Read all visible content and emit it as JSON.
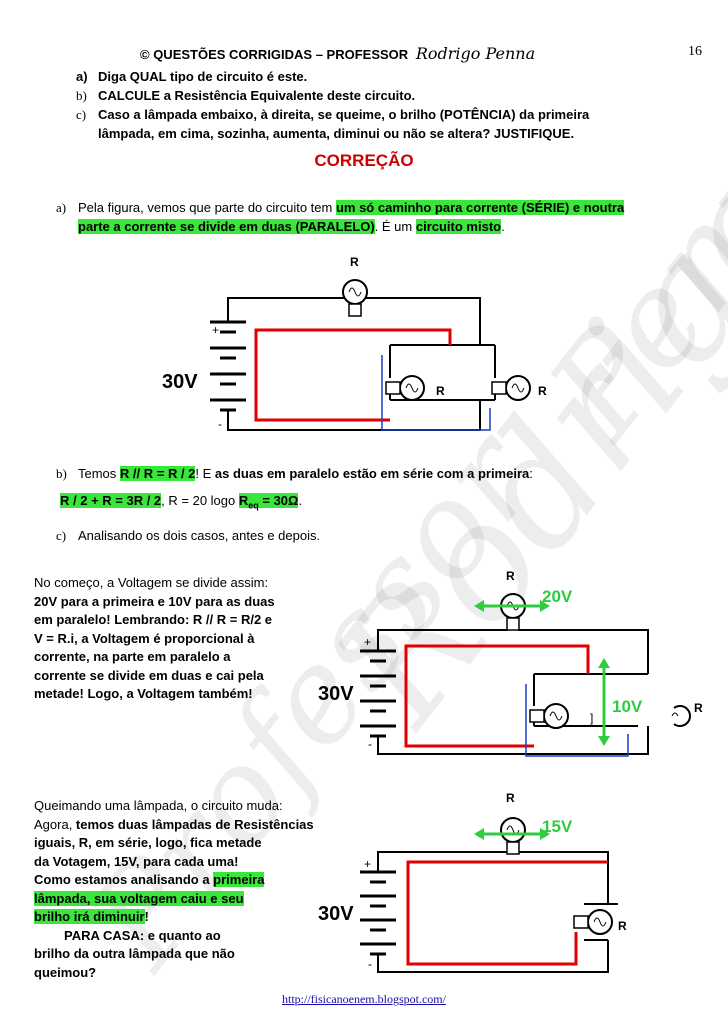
{
  "header": {
    "title": "© QUESTÕES CORRIGIDAS – PROFESSOR",
    "signature": "Rodrigo Penna",
    "page_number": "16"
  },
  "questions": [
    {
      "letter": "a)",
      "text": "Diga QUAL tipo de circuito é este."
    },
    {
      "letter": "b)",
      "text": "CALCULE a Resistência Equivalente deste circuito."
    },
    {
      "letter": "c)",
      "text": "Caso a lâmpada embaixo, à direita, se queime, o brilho (POTÊNCIA) da primeira"
    },
    {
      "letter": "",
      "text": "lâmpada, em cima, sozinha, aumenta, diminui ou não se altera? JUSTIFIQUE."
    }
  ],
  "correction_title": "CORREÇÃO",
  "answer_a": {
    "letter": "a)",
    "t1": "Pela figura, vemos que parte do circuito tem ",
    "h1": "um só caminho para corrente (SÉRIE) e noutra",
    "h2": "parte a corrente se divide em duas (PARALELO)",
    "t2": ". É um ",
    "h3": "circuito misto",
    "t3": "."
  },
  "answer_b": {
    "letter": "b)",
    "t1": "Temos ",
    "h1": "R // R = R / 2",
    "t2": "! E ",
    "b1": "as duas em paralelo estão em série com a primeira",
    "t3": ":",
    "h2": "R / 2 + R = 3R / 2",
    "t4": ", R = 20 logo ",
    "h3a": "R",
    "h3sub": "eq",
    "h3b": " = 30Ω",
    "t5": "."
  },
  "answer_c": {
    "letter": "c)",
    "text": "Analisando os dois casos, antes e depois."
  },
  "paragraph1": [
    "No começo, a Voltagem se divide assim:",
    "20V para a primeira e 10V para as duas",
    "em paralelo! Lembrando: R // R = R/2 e",
    "V = R.i, a Voltagem é proporcional à",
    "corrente, na parte em paralelo a",
    "corrente se divide em duas e cai pela",
    "metade! Logo, a Voltagem também!"
  ],
  "paragraph2": {
    "l1": "Queimando uma lâmpada, o circuito muda:",
    "l2a": "Agora, ",
    "l2b": "temos duas lâmpadas de Resistências",
    "l3": "iguais, R, em série, logo, fica metade",
    "l4": "da Votagem, 15V, para cada uma!",
    "l5a": "Como estamos analisando a ",
    "l5b": "primeira",
    "l6": "lâmpada, sua voltagem caiu e seu",
    "l7": "brilho irá diminuir",
    "l7b": "!",
    "l8": "PARA CASA: e quanto ao",
    "l9": "brilho da outra lâmpada que não",
    "l10": "queimou?"
  },
  "circuit": {
    "resistor_label": "R",
    "battery_voltage": "30V",
    "plus": "+",
    "minus": "-",
    "v_first": "20V",
    "v_parallel": "10V",
    "v_after": "15V",
    "bracket": "]"
  },
  "footer_url": "http://fisicanoenem.blogspot.com/",
  "watermark": "Professor Rodrigo Penna",
  "colors": {
    "highlight": "#39e639",
    "correction": "#cc0000",
    "current_red": "#e00000",
    "current_blue": "#1a3fbf",
    "arrow_green": "#2ecc40"
  }
}
